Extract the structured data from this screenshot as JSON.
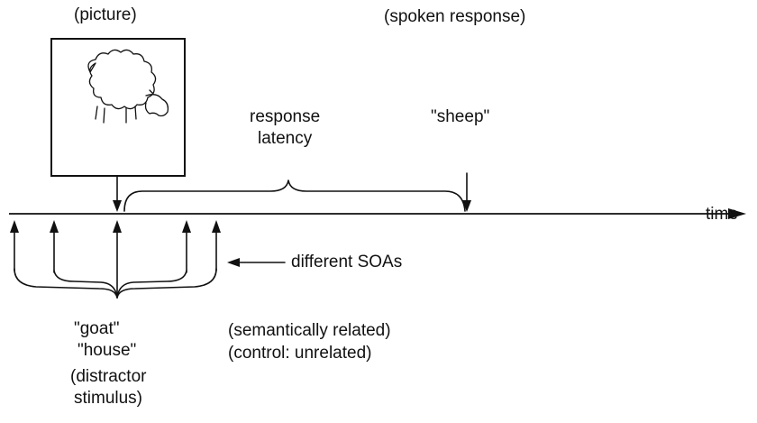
{
  "labels": {
    "picture": "(picture)",
    "spoken_response": "(spoken response)",
    "sheep": "\"sheep\"",
    "response_line1": "response",
    "response_line2": "latency",
    "time": "time",
    "different_soas": "different  SOAs",
    "goat": "\"goat\"",
    "house": "\"house\"",
    "distractor_line1": "(distractor",
    "distractor_line2": "stimulus)",
    "semantically_related": "(semantically related)",
    "control_unrelated": "(control: unrelated)"
  },
  "icons": {
    "picture_content": "sheep-drawing"
  }
}
